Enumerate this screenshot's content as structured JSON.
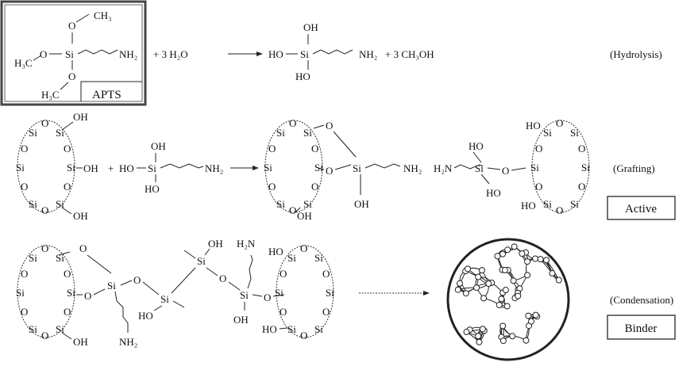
{
  "atoms": {
    "si": "Si",
    "o": "O",
    "oh": "OH",
    "ho": "HO",
    "nh2": "NH₂",
    "h2n": "H₂N",
    "ch3": "CH₃",
    "h3c": "H₃C"
  },
  "hydrolysis": {
    "reagent_name": "APTS",
    "plus_water": "+  3 H₂O",
    "plus_methanol": "+  3 CH₃OH",
    "step_label": "(Hydrolysis)"
  },
  "grafting": {
    "plus": "+",
    "step_label": "(Grafting)",
    "state_label": "Active"
  },
  "condensation": {
    "step_label": "(Condensation)",
    "state_label": "Binder"
  }
}
